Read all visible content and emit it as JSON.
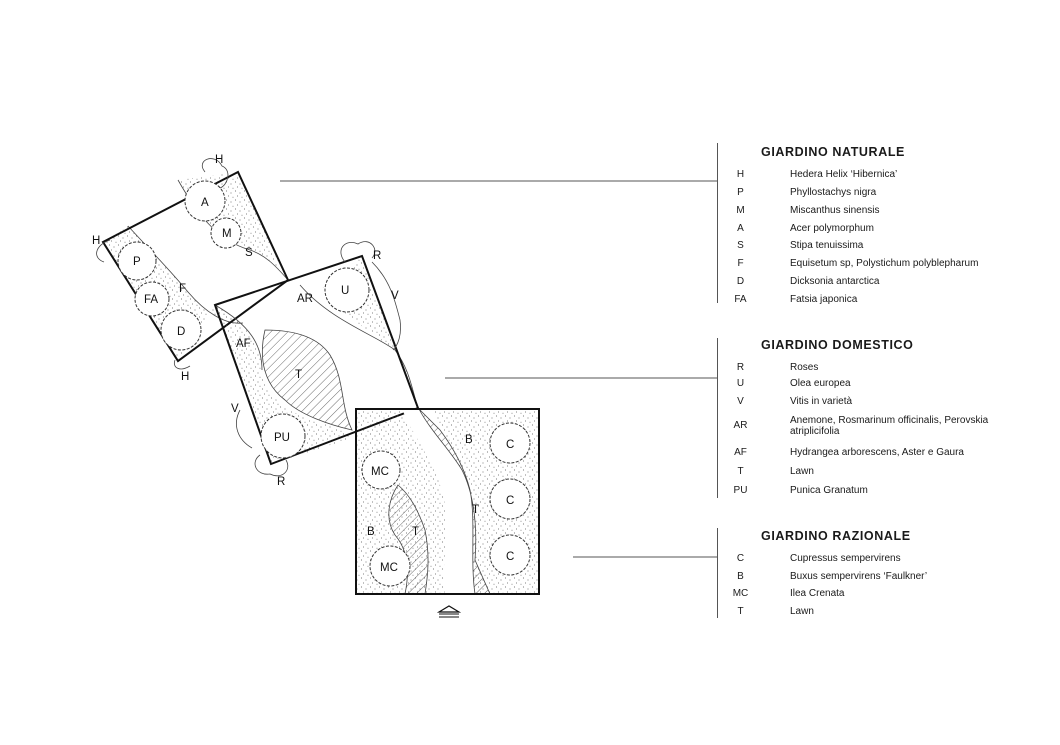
{
  "plan": {
    "natural_labels": {
      "h1": "H",
      "h2": "H",
      "h3": "H",
      "a": "A",
      "m": "M",
      "s": "S",
      "p": "P",
      "fa": "FA",
      "f": "F",
      "d": "D"
    },
    "domestic_labels": {
      "r1": "R",
      "r2": "R",
      "v1": "V",
      "v2": "V",
      "ar": "AR",
      "u": "U",
      "af": "AF",
      "t": "T",
      "pu": "PU"
    },
    "rational_labels": {
      "b1": "B",
      "b2": "B",
      "c1": "C",
      "c2": "C",
      "c3": "C",
      "mc1": "MC",
      "mc2": "MC",
      "t1": "T",
      "t2": "T"
    }
  },
  "legend": {
    "naturale": {
      "title": "GIARDINO NATURALE",
      "items": [
        {
          "code": "H",
          "name": "Hedera Helix ‘Hibernica’"
        },
        {
          "code": "P",
          "name": "Phyllostachys nigra"
        },
        {
          "code": "M",
          "name": "Miscanthus sinensis"
        },
        {
          "code": "A",
          "name": "Acer polymorphum"
        },
        {
          "code": "S",
          "name": "Stipa tenuissima"
        },
        {
          "code": "F",
          "name": "Equisetum sp, Polystichum polyblepharum"
        },
        {
          "code": "D",
          "name": "Dicksonia antarctica"
        },
        {
          "code": "FA",
          "name": "Fatsia japonica"
        }
      ]
    },
    "domestico": {
      "title": "GIARDINO DOMESTICO",
      "items": [
        {
          "code": "R",
          "name": "Roses"
        },
        {
          "code": "U",
          "name": "Olea europea"
        },
        {
          "code": "V",
          "name": "Vitis in varietà"
        },
        {
          "code": "AR",
          "name": "Anemone, Rosmarinum officinalis, Perovskia atriplicifolia"
        },
        {
          "code": "AF",
          "name": "Hydrangea arborescens, Aster e Gaura"
        },
        {
          "code": "T",
          "name": "Lawn"
        },
        {
          "code": "PU",
          "name": "Punica Granatum"
        }
      ]
    },
    "razionale": {
      "title": "GIARDINO RAZIONALE",
      "items": [
        {
          "code": "C",
          "name": "Cupressus sempervirens"
        },
        {
          "code": "B",
          "name": "Buxus sempervirens ‘Faulkner’"
        },
        {
          "code": "MC",
          "name": "Ilea Crenata"
        },
        {
          "code": "T",
          "name": "Lawn"
        }
      ]
    }
  }
}
